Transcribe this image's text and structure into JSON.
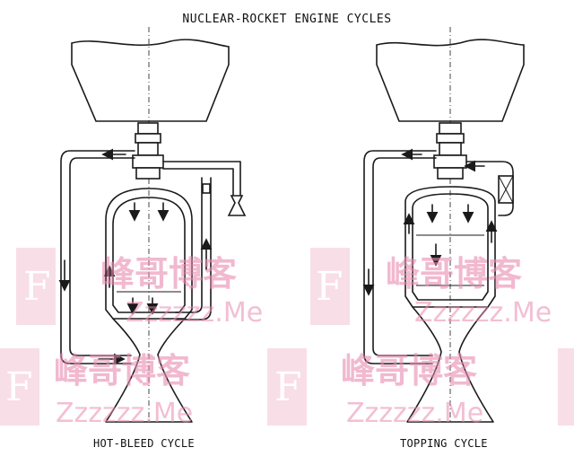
{
  "figure": {
    "title": "NUCLEAR-ROCKET ENGINE CYCLES",
    "left_caption": "HOT-BLEED CYCLE",
    "right_caption": "TOPPING CYCLE"
  },
  "watermark": {
    "letter": "F",
    "chinese": "峰哥博客",
    "url": "Zzzzzz.Me"
  },
  "colors": {
    "line": "#1a1a1a",
    "watermark_pink": "#f2c3d3",
    "watermark_text": "#e98bb0"
  }
}
